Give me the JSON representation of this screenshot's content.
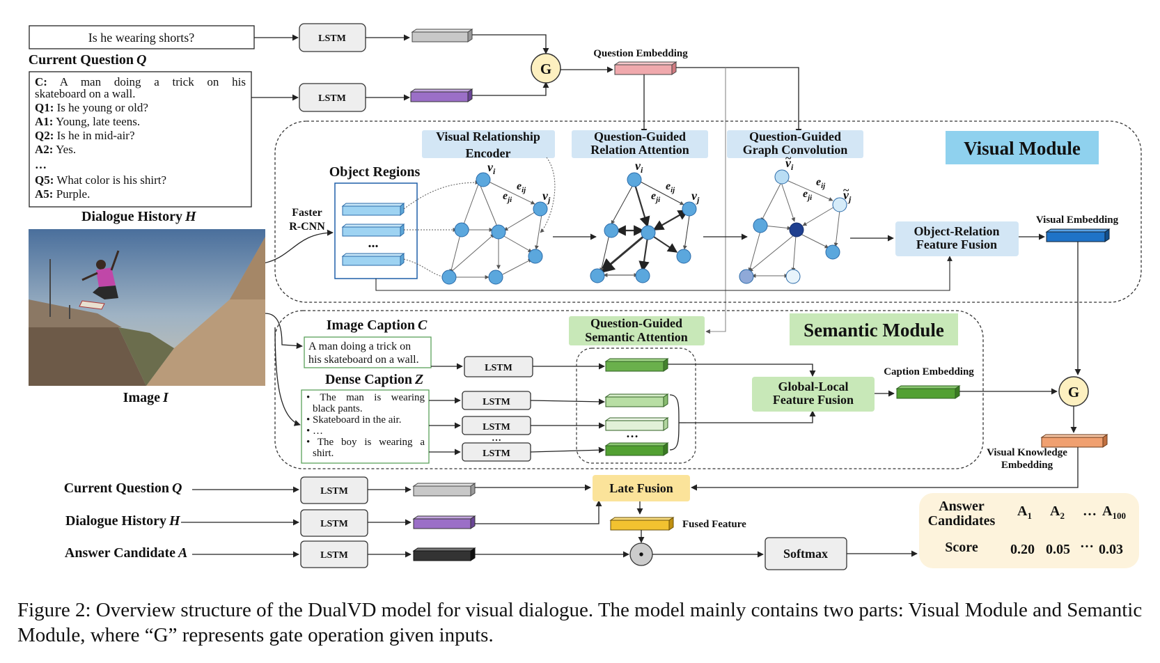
{
  "top": {
    "question_text": "Is he wearing shorts?",
    "current_question_label": "Current  Question",
    "q_var": "Q",
    "history_lines": [
      {
        "tag": "C:",
        "text": "A man doing a trick on his",
        "cont": "skateboard on a wall."
      },
      {
        "tag": "Q1:",
        "text": "Is he young or old?"
      },
      {
        "tag": "A1:",
        "text": "Young, late teens."
      },
      {
        "tag": "Q2:",
        "text": "Is he in mid-air?"
      },
      {
        "tag": "A2:",
        "text": "Yes."
      },
      {
        "tag": "…",
        "text": ""
      },
      {
        "tag": "Q5:",
        "text": "What color is his shirt?"
      },
      {
        "tag": "A5:",
        "text": " Purple."
      }
    ],
    "dialogue_history_label": "Dialogue History",
    "h_var": "H",
    "lstm": "LSTM",
    "gate": "G",
    "question_embedding": "Question Embedding"
  },
  "image": {
    "label": "Image",
    "var": "I"
  },
  "visual_module": {
    "title": "Visual Module",
    "object_regions": "Object Regions",
    "faster_rcnn_1": "Faster",
    "faster_rcnn_2": "R-CNN",
    "region_dots": "...",
    "vre_1": "Visual Relationship",
    "vre_2": "Encoder",
    "qgra_1": "Question-Guided",
    "qgra_2": "Relation Attention",
    "qggc_1": "Question-Guided",
    "qggc_2": "Graph Convolution",
    "orff_1": "Object-Relation",
    "orff_2": "Feature Fusion",
    "visual_embedding": "Visual Embedding",
    "node_vi": "v",
    "node_vj": "v",
    "sub_i": "i",
    "sub_j": "j",
    "edge_eij": "e",
    "edge_eji": "e",
    "sub_ij": "ij",
    "sub_ji": "ji"
  },
  "semantic_module": {
    "title": "Semantic Module",
    "image_caption_label": "Image Caption",
    "c_var": "C",
    "image_caption_text_1": "A man doing a trick on",
    "image_caption_text_2": "his skateboard on a wall.",
    "dense_caption_label": "Dense Caption",
    "z_var": "Z",
    "dense_items": [
      {
        "text": "The man is wearing",
        "cont": "black pants."
      },
      {
        "text": "Skateboard in the air.",
        "cont": ""
      },
      {
        "text": "…",
        "cont": ""
      },
      {
        "text": "The boy is wearing a",
        "cont": "shirt."
      }
    ],
    "dots": "…",
    "qgsa_1": "Question-Guided",
    "qgsa_2": "Semantic Attention",
    "glff_1": "Global-Local",
    "glff_2": "Feature Fusion",
    "caption_embedding": "Caption Embedding",
    "lstm_dots": "…",
    "emb_dots": "…"
  },
  "bottom": {
    "current_question": "Current Question",
    "q_var": "Q",
    "dialogue_history": "Dialogue History",
    "h_var": "H",
    "answer_candidate": "Answer Candidate",
    "a_var": "A",
    "late_fusion": "Late Fusion",
    "fused_feature": "Fused Feature",
    "softmax": "Softmax",
    "dot_op": "•",
    "gate": "G",
    "vk_embedding_1": "Visual Knowledge",
    "vk_embedding_2": "Embedding"
  },
  "answers": {
    "candidates_1": "Answer",
    "candidates_2": "Candidates",
    "a1": "A",
    "a1_sub": "1",
    "a2": "A",
    "a2_sub": "2",
    "ellipsis": "…",
    "a100": "A",
    "a100_sub": "100",
    "score_label": "Score",
    "scores": [
      "0.20",
      "0.05",
      "···",
      "0.03"
    ]
  },
  "caption": {
    "text": "Figure 2: Overview structure of the DualVD model for visual dialogue. The model mainly contains two parts: Visual Module and Semantic Module, where “G” represents gate operation given inputs."
  },
  "colors": {
    "gray_embed": "#c8c8c8",
    "purple_embed": "#9b6fc7",
    "pink_embed": "#f0a9ad",
    "blue_embed": "#1f73c7",
    "green_embed": "#6ab04c",
    "light_green": "#c8e6b4",
    "orange_embed": "#f0a070",
    "yellow_embed": "#f2c230",
    "black_embed": "#333333",
    "light_blue_panel": "#d3e6f5",
    "cyan_title": "#8fd1ee",
    "green_title": "#c8e8b8",
    "yellow_box": "#fbe39a",
    "answer_panel": "#fdf3dc",
    "node_blue": "#5ba7dd"
  }
}
